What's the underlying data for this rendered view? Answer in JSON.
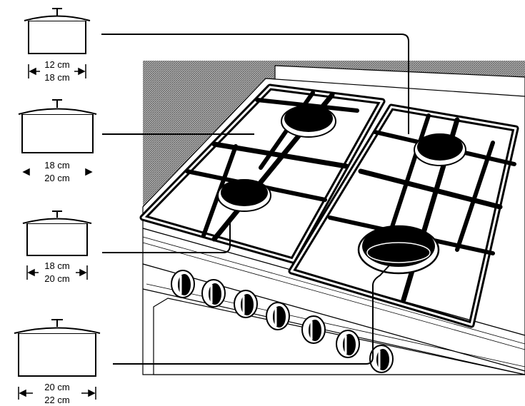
{
  "pans": [
    {
      "id": "pan-1",
      "size_min": "12 cm",
      "size_max": "18 cm",
      "burner": "rear-right"
    },
    {
      "id": "pan-2",
      "size_min": "18 cm",
      "size_max": "20 cm",
      "burner": "rear-left"
    },
    {
      "id": "pan-3",
      "size_min": "18 cm",
      "size_max": "20 cm",
      "burner": "front-left"
    },
    {
      "id": "pan-4",
      "size_min": "20 cm",
      "size_max": "22 cm",
      "burner": "front-right"
    }
  ],
  "colors": {
    "ink": "#000000",
    "paper": "#ffffff",
    "backsplash": "#8a8a8a"
  },
  "icons": [
    "pot-icon",
    "gas-burner-icon",
    "control-knob-icon",
    "pan-grid-icon"
  ]
}
